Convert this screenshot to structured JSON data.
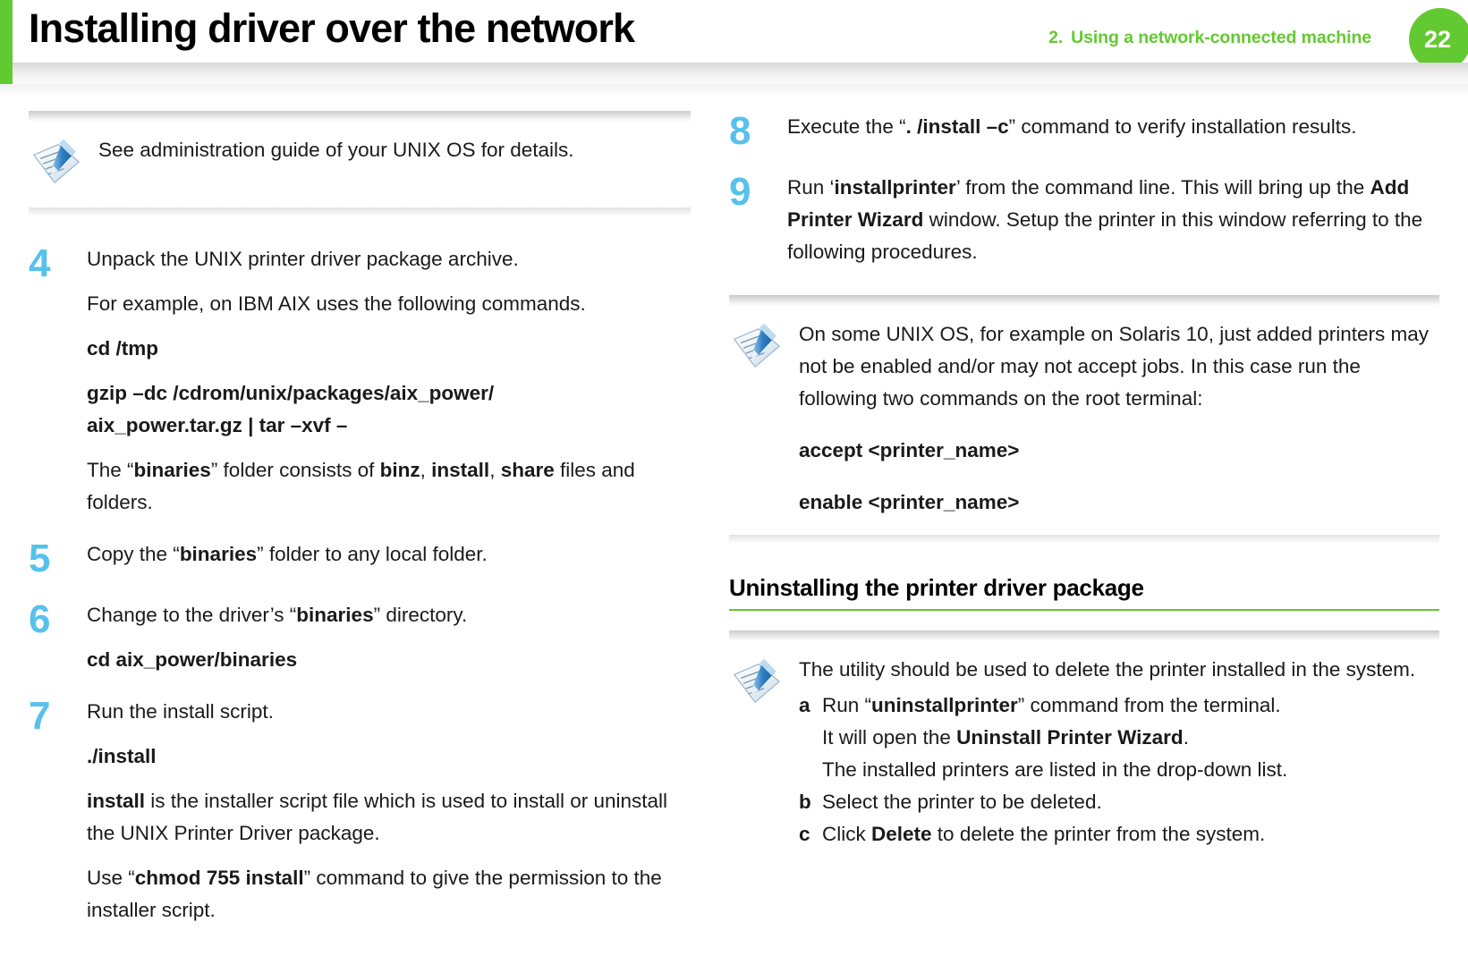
{
  "header": {
    "title": "Installing driver over the network",
    "breadcrumb_number": "2.",
    "breadcrumb_label": "Using a network-connected machine",
    "page_number": "22",
    "accent_color": "#63c932",
    "step_number_color": "#57c1eb"
  },
  "left_column": {
    "note_1": {
      "icon": "note-pencil-icon",
      "text": "See administration guide of your UNIX OS for details."
    },
    "steps": [
      {
        "number": "4",
        "lines": [
          {
            "type": "text",
            "content": "Unpack the UNIX printer driver package archive."
          },
          {
            "type": "text",
            "content": "For example, on IBM AIX uses the following commands."
          },
          {
            "type": "command",
            "content": "cd /tmp"
          },
          {
            "type": "command",
            "content": "gzip –dc /cdrom/unix/packages/aix_power/"
          },
          {
            "type": "command",
            "content": "aix_power.tar.gz | tar –xvf –"
          },
          {
            "type": "rich",
            "content_html": "The “<b>binaries</b>” folder consists of <b>binz</b>, <b>install</b>, <b>share</b> files and folders."
          }
        ]
      },
      {
        "number": "5",
        "lines": [
          {
            "type": "rich",
            "content_html": "Copy the “<b>binaries</b>” folder to any local folder."
          }
        ]
      },
      {
        "number": "6",
        "lines": [
          {
            "type": "rich",
            "content_html": "Change to the driver’s “<b>binaries</b>” directory."
          },
          {
            "type": "command",
            "content": "cd aix_power/binaries"
          }
        ]
      },
      {
        "number": "7",
        "lines": [
          {
            "type": "text",
            "content": "Run the install script."
          },
          {
            "type": "command",
            "content": "./install"
          },
          {
            "type": "rich",
            "content_html": "<b>install</b> is the installer script file which is used to install or uninstall the UNIX Printer Driver package."
          },
          {
            "type": "rich",
            "content_html": "Use “<b>chmod 755 install</b>” command to give the permission to the installer script."
          }
        ]
      }
    ]
  },
  "right_column": {
    "steps": [
      {
        "number": "8",
        "lines": [
          {
            "type": "rich",
            "content_html": "Execute the “<b>. /install –c</b>” command to verify installation results."
          }
        ]
      },
      {
        "number": "9",
        "lines": [
          {
            "type": "rich",
            "content_html": "Run ‘<b>installprinter</b>’ from the command line. This will bring up the <b>Add Printer Wizard</b> window. Setup the printer in this window referring to the following procedures."
          }
        ]
      }
    ],
    "note_2": {
      "icon": "note-pencil-icon",
      "text": "On some UNIX OS, for example on Solaris 10, just added printers may not be enabled and/or may not accept jobs. In this case run the following two commands on the root terminal:",
      "commands": [
        "accept <printer_name>",
        "enable <printer_name>"
      ]
    },
    "section": {
      "title": "Uninstalling the printer driver package"
    },
    "note_3": {
      "icon": "note-pencil-icon",
      "text": "The utility should be used to delete the printer installed in the system.",
      "substeps": [
        {
          "marker": "a",
          "content_html": "Run “<b>uninstallprinter</b>” command from the terminal.",
          "continuations_html": [
            "It will open the <b>Uninstall Printer Wizard</b>.",
            "The installed printers are listed in the drop-down list."
          ]
        },
        {
          "marker": "b",
          "content_html": "Select the printer to be deleted.",
          "continuations_html": []
        },
        {
          "marker": "c",
          "content_html": "Click <b>Delete</b> to delete the printer from the system.",
          "continuations_html": []
        }
      ]
    }
  }
}
